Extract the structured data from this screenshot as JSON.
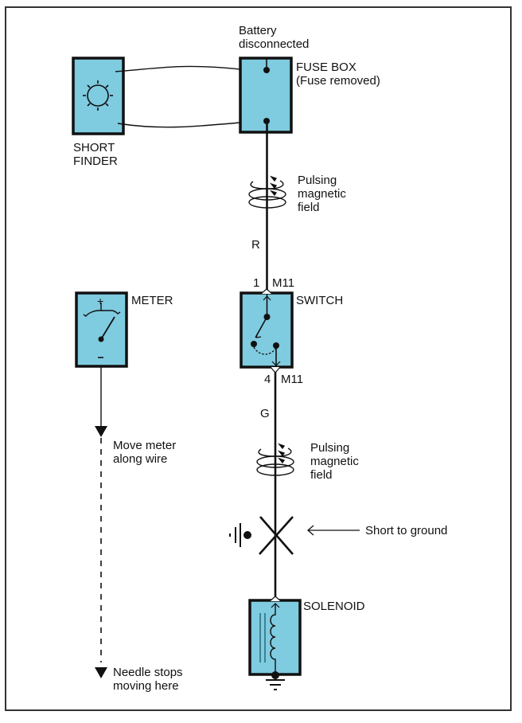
{
  "diagram": {
    "colors": {
      "component_fill": "#7fcbe0",
      "stroke": "#111111",
      "frame": "#333333",
      "background": "#ffffff"
    },
    "components": {
      "short_finder": {
        "label_line1": "SHORT",
        "label_line2": "FINDER",
        "icon": "sun-lamp-icon"
      },
      "fuse_box": {
        "label_line1": "FUSE BOX",
        "label_line2": "(Fuse removed)",
        "note_line1": "Battery",
        "note_line2": "disconnected"
      },
      "meter": {
        "label": "METER",
        "plus": "+",
        "minus": "–"
      },
      "switch": {
        "label": "SWITCH",
        "top_pin": "1",
        "top_connector": "M11",
        "bottom_pin": "4",
        "bottom_connector": "M11"
      },
      "solenoid": {
        "label": "SOLENOID"
      }
    },
    "wires": {
      "upper": {
        "color_code": "R"
      },
      "lower": {
        "color_code": "G"
      }
    },
    "annotations": {
      "field_upper": {
        "line1": "Pulsing",
        "line2": "magnetic",
        "line3": "field"
      },
      "field_lower": {
        "line1": "Pulsing",
        "line2": "magnetic",
        "line3": "field"
      },
      "short": "Short to ground",
      "move_meter": {
        "line1": "Move meter",
        "line2": "along wire"
      },
      "needle_stops": {
        "line1": "Needle stops",
        "line2": "moving here"
      }
    }
  }
}
